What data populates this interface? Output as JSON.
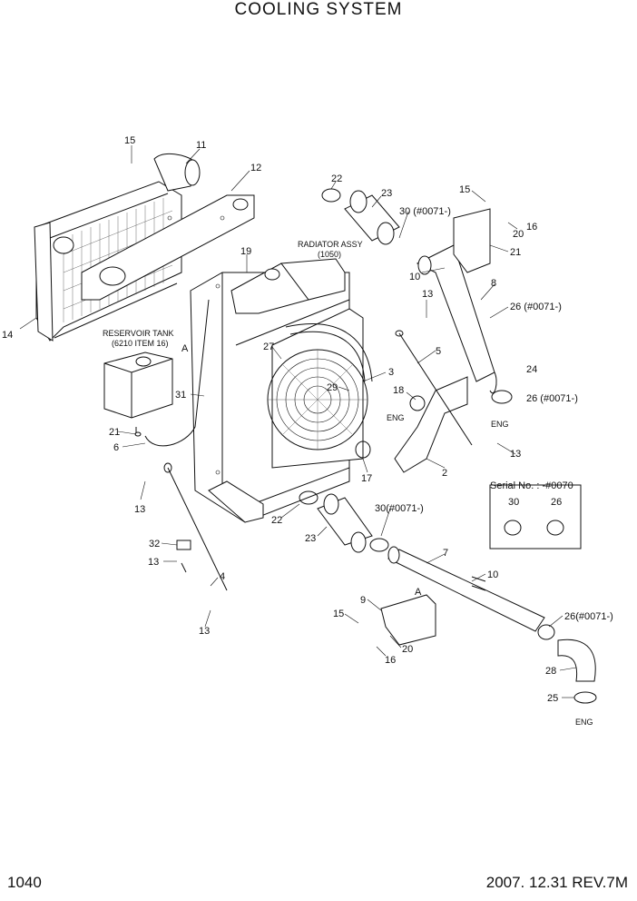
{
  "title": "COOLING SYSTEM",
  "page_number": "1040",
  "revision": "2007. 12.31  REV.7M",
  "annotations": {
    "radiator_assy": "RADIATOR ASSY",
    "radiator_ref": "(1050)",
    "reservoir_tank": "RESERVOIR TANK",
    "reservoir_ref": "(6210 ITEM 16)",
    "serial_box_title": "Serial No. : -#0070",
    "serial_box_item_a": "30",
    "serial_box_item_b": "26",
    "eng_1": "ENG",
    "eng_2": "ENG",
    "eng_3": "ENG",
    "view_a_1": "A",
    "view_a_2": "A"
  },
  "callouts": [
    {
      "id": "c15a",
      "text": "15"
    },
    {
      "id": "c11",
      "text": "11"
    },
    {
      "id": "c12",
      "text": "12"
    },
    {
      "id": "c22a",
      "text": "22"
    },
    {
      "id": "c23a",
      "text": "23"
    },
    {
      "id": "c30a",
      "text": "30 (#0071-)"
    },
    {
      "id": "c15b",
      "text": "15"
    },
    {
      "id": "c16a",
      "text": "16"
    },
    {
      "id": "c20a",
      "text": "20"
    },
    {
      "id": "c21a",
      "text": "21"
    },
    {
      "id": "c19",
      "text": "19"
    },
    {
      "id": "c10a",
      "text": "10"
    },
    {
      "id": "c8",
      "text": "8"
    },
    {
      "id": "c13a",
      "text": "13"
    },
    {
      "id": "c26a",
      "text": "26 (#0071-)"
    },
    {
      "id": "c14",
      "text": "14"
    },
    {
      "id": "c27",
      "text": "27"
    },
    {
      "id": "c5",
      "text": "5"
    },
    {
      "id": "c24",
      "text": "24"
    },
    {
      "id": "c3",
      "text": "3"
    },
    {
      "id": "c29",
      "text": "29"
    },
    {
      "id": "c31",
      "text": "31"
    },
    {
      "id": "c18",
      "text": "18"
    },
    {
      "id": "c26b",
      "text": "26 (#0071-)"
    },
    {
      "id": "c21b",
      "text": "21"
    },
    {
      "id": "c6",
      "text": "6"
    },
    {
      "id": "c13b",
      "text": "13"
    },
    {
      "id": "c17",
      "text": "17"
    },
    {
      "id": "c2",
      "text": "2"
    },
    {
      "id": "c13c",
      "text": "13"
    },
    {
      "id": "c22b",
      "text": "22"
    },
    {
      "id": "c30b",
      "text": "30(#0071-)"
    },
    {
      "id": "c32",
      "text": "32"
    },
    {
      "id": "c23b",
      "text": "23"
    },
    {
      "id": "c7",
      "text": "7"
    },
    {
      "id": "c13d",
      "text": "13"
    },
    {
      "id": "c10b",
      "text": "10"
    },
    {
      "id": "c4",
      "text": "4"
    },
    {
      "id": "c9",
      "text": "9"
    },
    {
      "id": "c15c",
      "text": "15"
    },
    {
      "id": "c26c",
      "text": "26(#0071-)"
    },
    {
      "id": "c13e",
      "text": "13"
    },
    {
      "id": "c20b",
      "text": "20"
    },
    {
      "id": "c16b",
      "text": "16"
    },
    {
      "id": "c28",
      "text": "28"
    },
    {
      "id": "c25",
      "text": "25"
    }
  ]
}
